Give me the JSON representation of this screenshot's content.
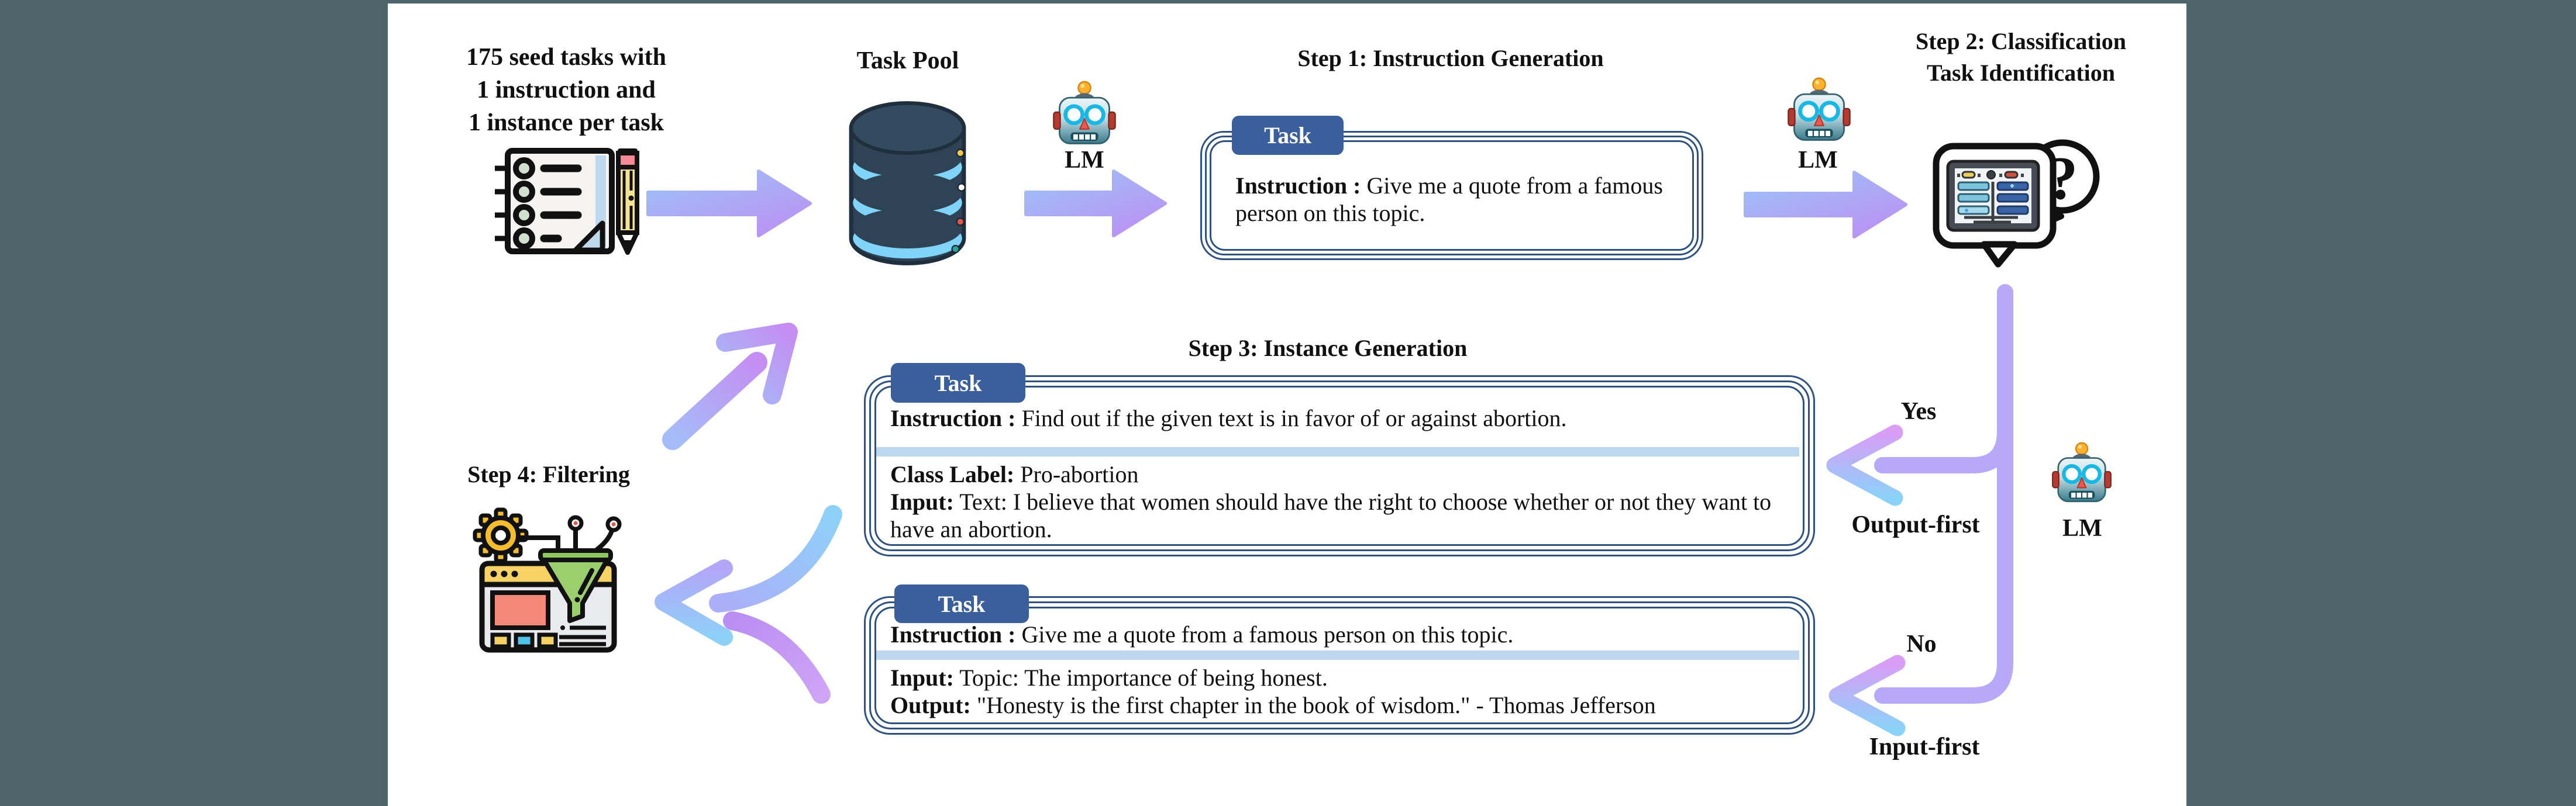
{
  "colors": {
    "background": "#4e656c",
    "panel": "#ffffff",
    "card_border": "#2d5183",
    "tab_blue": "#3a5f9c",
    "divider_blue": "#bdd7ee",
    "arrow_blue": "#8ed1f8",
    "arrow_periwinkle": "#b7a9f7",
    "arrow_purple": "#c18ff2",
    "database_navy": "#2e4356",
    "database_ring_blue": "#7fd4f8"
  },
  "seed": {
    "lines": [
      "175 seed tasks with",
      "1 instruction and",
      "1 instance per task"
    ]
  },
  "task_pool": {
    "title": "Task Pool"
  },
  "lm_label": "LM",
  "steps": {
    "step1": "Step 1: Instruction Generation",
    "step2_line1": "Step 2: Classification",
    "step2_line2": "Task Identification",
    "step3": "Step 3: Instance Generation",
    "step4": "Step 4: Filtering"
  },
  "branch": {
    "yes": "Yes",
    "no": "No",
    "output_first": "Output-first",
    "input_first": "Input-first"
  },
  "icons": {
    "question_mark": "?",
    "names": [
      "seed-notepad-icon",
      "task-pool-database-icon",
      "lm-robot-icon",
      "classification-bubble-icon",
      "filtering-browser-icon"
    ]
  },
  "cards": {
    "step1_card": {
      "tab": "Task",
      "instruction_label": "Instruction :",
      "instruction_text": "Give me a quote from a famous person on this topic."
    },
    "step3_card_classification": {
      "tab": "Task",
      "instruction_label": "Instruction :",
      "instruction_text": "Find out if the given text is in favor of or against abortion.",
      "class_label_label": "Class Label:",
      "class_label_text": "Pro-abortion",
      "input_label": "Input:",
      "input_text": "Text: I believe that women should have the right to choose whether or not they want to have an abortion."
    },
    "step3_card_generation": {
      "tab": "Task",
      "instruction_label": "Instruction :",
      "instruction_text": "Give me a quote from a famous person on this topic.",
      "input_label": "Input:",
      "input_text": "Topic: The importance of being honest.",
      "output_label": "Output:",
      "output_text": "\"Honesty is the first chapter in the book of wisdom.\" - Thomas Jefferson"
    }
  }
}
